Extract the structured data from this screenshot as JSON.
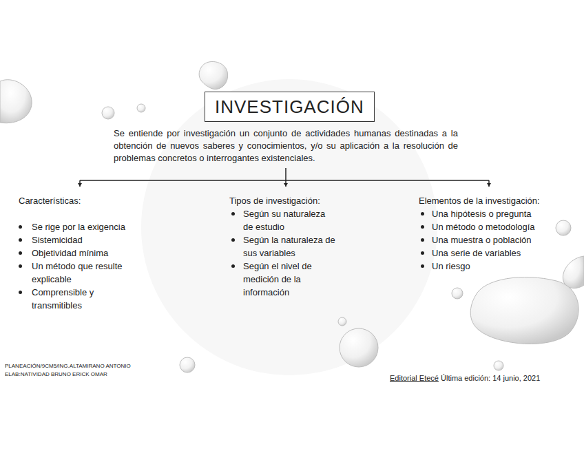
{
  "diagram": {
    "nodes": [
      {
        "text": [
          "INVESTIGACIÓN"
        ]
      }
    ],
    "labels": [
      "Se entiende por investigación un conjunto de actividades humanas destinadas a la obtención de nuevos saberes y conocimientos, y/o su aplicación a la resolución de problemas concretos o interrogantes existenciales.",
      "Características:",
      "Se rige por la exigencia",
      "Sistemicidad",
      "Objetividad mínima",
      "Un método que resulte explicable",
      "Comprensible y transmitibles",
      "Tipos de investigación:",
      "Según su naturaleza de estudio",
      "Según la naturaleza de sus variables",
      "Según el nivel de medición de la información",
      "Elementos de la investigación:",
      "Una hipótesis o pregunta",
      "Un método o metodología",
      "Una muestra o población",
      "Una serie de variables",
      "Un riesgo",
      "PLANEACIÓN/9CM5/ING.ALTAMIRANO ANTONIO",
      "ELAB:NATIVIDAD BRUNO ERICK OMAR",
      "Editorial Etecé",
      "Última edición: 14 junio, 2021"
    ]
  }
}
